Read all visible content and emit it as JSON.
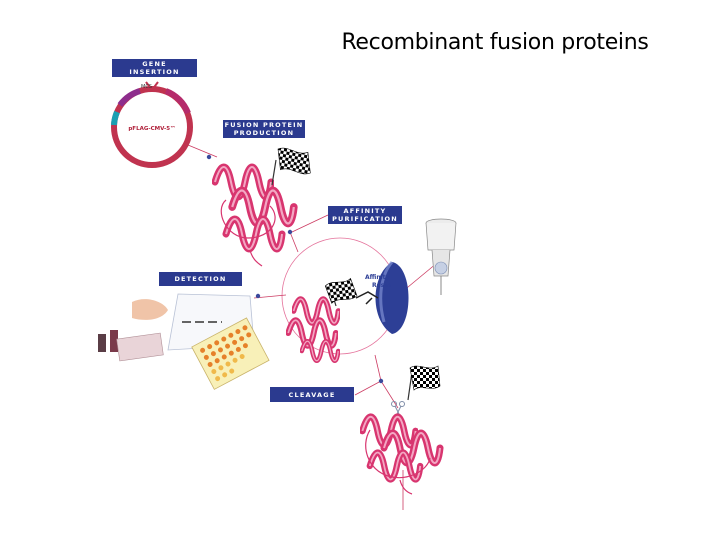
{
  "slide": {
    "title": "Recombinant fusion proteins"
  },
  "steps": {
    "gene_insertion": [
      "GENE",
      "INSERTION"
    ],
    "fusion_production": [
      "FUSION PROTEIN",
      "PRODUCTION"
    ],
    "affinity_purification": [
      "AFFINITY",
      "PURIFICATION"
    ],
    "detection": [
      "DETECTION"
    ],
    "cleavage": [
      "CLEAVAGE"
    ]
  },
  "plasmid": {
    "name": "pFLAG-CMV-5™",
    "mcs": "MCS"
  },
  "resin": [
    "Affinity",
    "Resin"
  ],
  "colors": {
    "step_box": "#2b3a8f",
    "protein": "#d8356f",
    "plasmid_ring": "#c0334f",
    "resin": "#2d3f96",
    "dot": "#3b4a9c",
    "connector": "#cc3b62"
  }
}
